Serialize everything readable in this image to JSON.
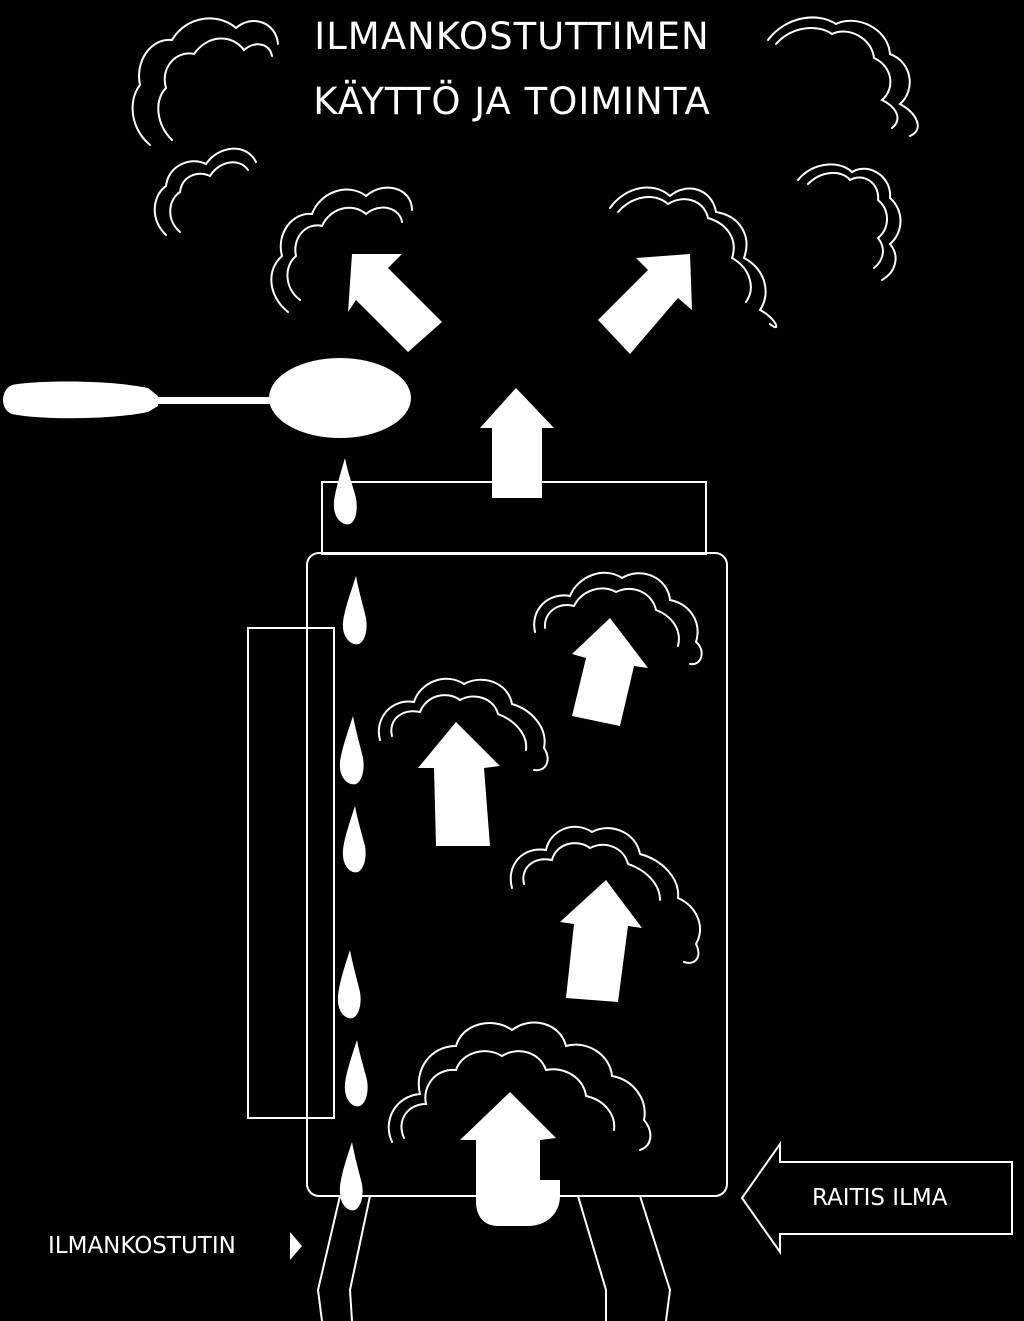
{
  "title": {
    "line1": "ILMANKOSTUTTIMEN",
    "line2": "KÄYTTÖ JA TOIMINTA"
  },
  "labels": {
    "humidifier": "ILMANKOSTUTIN",
    "fresh_air": "RAITIS ILMA"
  },
  "icons": {
    "spoon": "spoon-icon",
    "droplet": "water-drop-icon",
    "steam": "steam-cloud-icon",
    "arrow": "arrow-icon",
    "pointer": "triangle-pointer-icon"
  },
  "colors": {
    "background": "#000000",
    "foreground": "#ffffff"
  }
}
